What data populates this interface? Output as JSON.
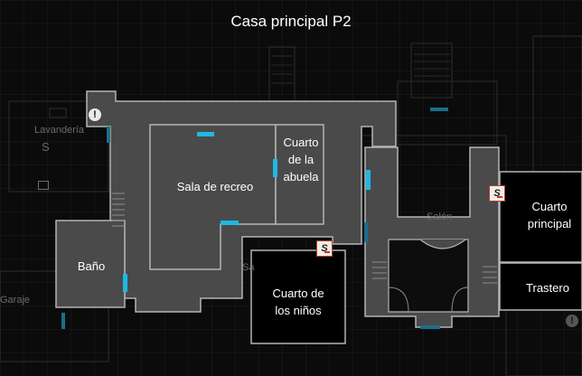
{
  "title": "Casa principal P2",
  "rooms": {
    "recreation": "Sala de recreo",
    "grandma": "Cuarto\nde la\nabuela",
    "bathroom": "Baño",
    "kids": "Cuarto de\nlos niños",
    "master": "Cuarto\nprincipal",
    "storage": "Trastero"
  },
  "background_labels": {
    "laundry": "Lavandería",
    "garage": "Garaje",
    "living": "Salón",
    "sala": "Sa",
    "laundry_marker": "S"
  },
  "markers": {
    "info": "!",
    "save": "S"
  },
  "colors": {
    "room_fill": "#4a4a4a",
    "room_stroke": "#b4b4b4",
    "unexplored_fill": "#000000",
    "door": "#1fb8e0",
    "locked_door": "#1c6e8a",
    "save_accent": "#c23b22"
  }
}
